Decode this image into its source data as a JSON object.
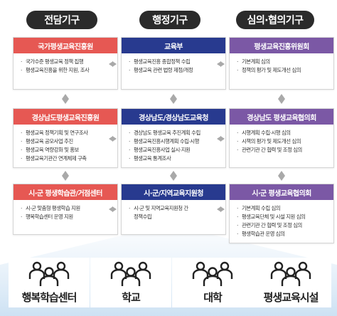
{
  "headers": [
    "전담기구",
    "행정기구",
    "심의·협의기구"
  ],
  "colors": {
    "red": "#e65853",
    "blue": "#283a8f",
    "purple": "#7b58a5",
    "header": "#2b2b2b",
    "arrow": "#a9a9a9"
  },
  "rows": [
    [
      {
        "title": "국가평생교육진흥원",
        "items": [
          "국가수준 평생교육 정책 집행",
          "평생교육진흥을 위한 지원, 조사"
        ]
      },
      {
        "title": "교육부",
        "items": [
          "평생교육진흥 종합정책 수립",
          "평생교육 관련 법령 제정/개정"
        ]
      },
      {
        "title": "평생교육진흥위원회",
        "items": [
          "기본계획 심의",
          "정책의 평가 및 제도개선 심의"
        ]
      }
    ],
    [
      {
        "title": "경상남도평생교육진흥원",
        "items": [
          "평생교육 정책기획 및 연구조사",
          "평생교육 공모사업 추진",
          "평생교육 역량강화 및 홍보",
          "평생교육기관간 연계체제 구축"
        ]
      },
      {
        "title": "경상남도/경상남도교육청",
        "items": [
          "경상남도 평생교육 추진계획 수립",
          "평생교육진흥시행계획 수립·시행",
          "평생교육진흥사업 실시·지원",
          "평생교육 통계조사"
        ]
      },
      {
        "title": "경상남도 평생교육협의회",
        "items": [
          "시행계획 수립·시행 심의",
          "시책의 평가 및 제도개선 심의",
          "관련기관 간 협력 및 조정 심의"
        ]
      }
    ],
    [
      {
        "title": "시·군 평생학습관/거점센터",
        "items": [
          "시·군 맞춤형 평생학습 지원",
          "행복학습센터 운영 지원"
        ]
      },
      {
        "title": "시·군/지역교육지원청",
        "items": [
          "시·군 및 지역교육지원청 간",
          "정책수립"
        ]
      },
      {
        "title": "시·군 평생교육협의회",
        "items": [
          "기본계획 수립 심의",
          "평생교육단체 및 시설 지원 심의",
          "관련기관 간 협력 및 조정 심의",
          "평생학습관 운영 심의"
        ]
      }
    ]
  ],
  "facilities": [
    "행복학습센터",
    "학교",
    "대학",
    "평생교육시설"
  ]
}
